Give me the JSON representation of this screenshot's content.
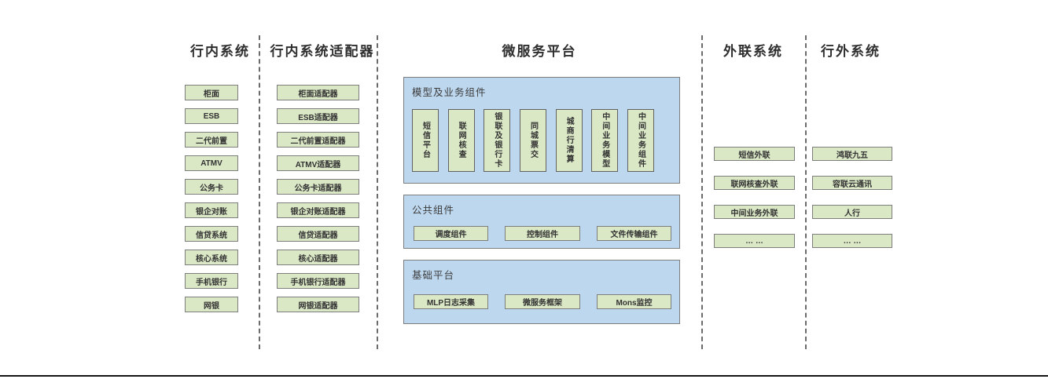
{
  "diagram": {
    "title_internal": "行内系统",
    "title_adapters": "行内系统适配器",
    "title_platform": "微服务平台",
    "title_outreach": "外联系统",
    "title_external": "行外系统",
    "colors": {
      "node_fill": "#dbe8c6",
      "node_border": "#7d7d7d",
      "group_fill": "#bdd7ee",
      "group_border": "#7d7d7d",
      "divider": "#6b6b6b",
      "text": "#333333"
    },
    "internal": {
      "items": [
        "柜面",
        "ESB",
        "二代前置",
        "ATMV",
        "公务卡",
        "银企对账",
        "信贷系统",
        "核心系统",
        "手机银行",
        "网银"
      ]
    },
    "adapters": {
      "items": [
        "柜面适配器",
        "ESB适配器",
        "二代前置适配器",
        "ATMV适配器",
        "公务卡适配器",
        "银企对账适配器",
        "信贷适配器",
        "核心适配器",
        "手机银行适配器",
        "网银适配器"
      ]
    },
    "platform": {
      "groups": [
        {
          "label": "模型及业务组件",
          "items": [
            "短信平台",
            "联网核查",
            "银联及银行卡",
            "同城票交",
            "城商行清算",
            "中间业务模型",
            "中间业务组件"
          ]
        },
        {
          "label": "公共组件",
          "items": [
            "调度组件",
            "控制组件",
            "文件传输组件"
          ]
        },
        {
          "label": "基础平台",
          "items": [
            "MLP日志采集",
            "微服务框架",
            "Mons监控"
          ]
        }
      ]
    },
    "outreach": {
      "items": [
        "短信外联",
        "联网核查外联",
        "中间业务外联",
        "… …"
      ]
    },
    "external": {
      "items": [
        "鸿联九五",
        "容联云通讯",
        "人行",
        "… …"
      ]
    }
  }
}
